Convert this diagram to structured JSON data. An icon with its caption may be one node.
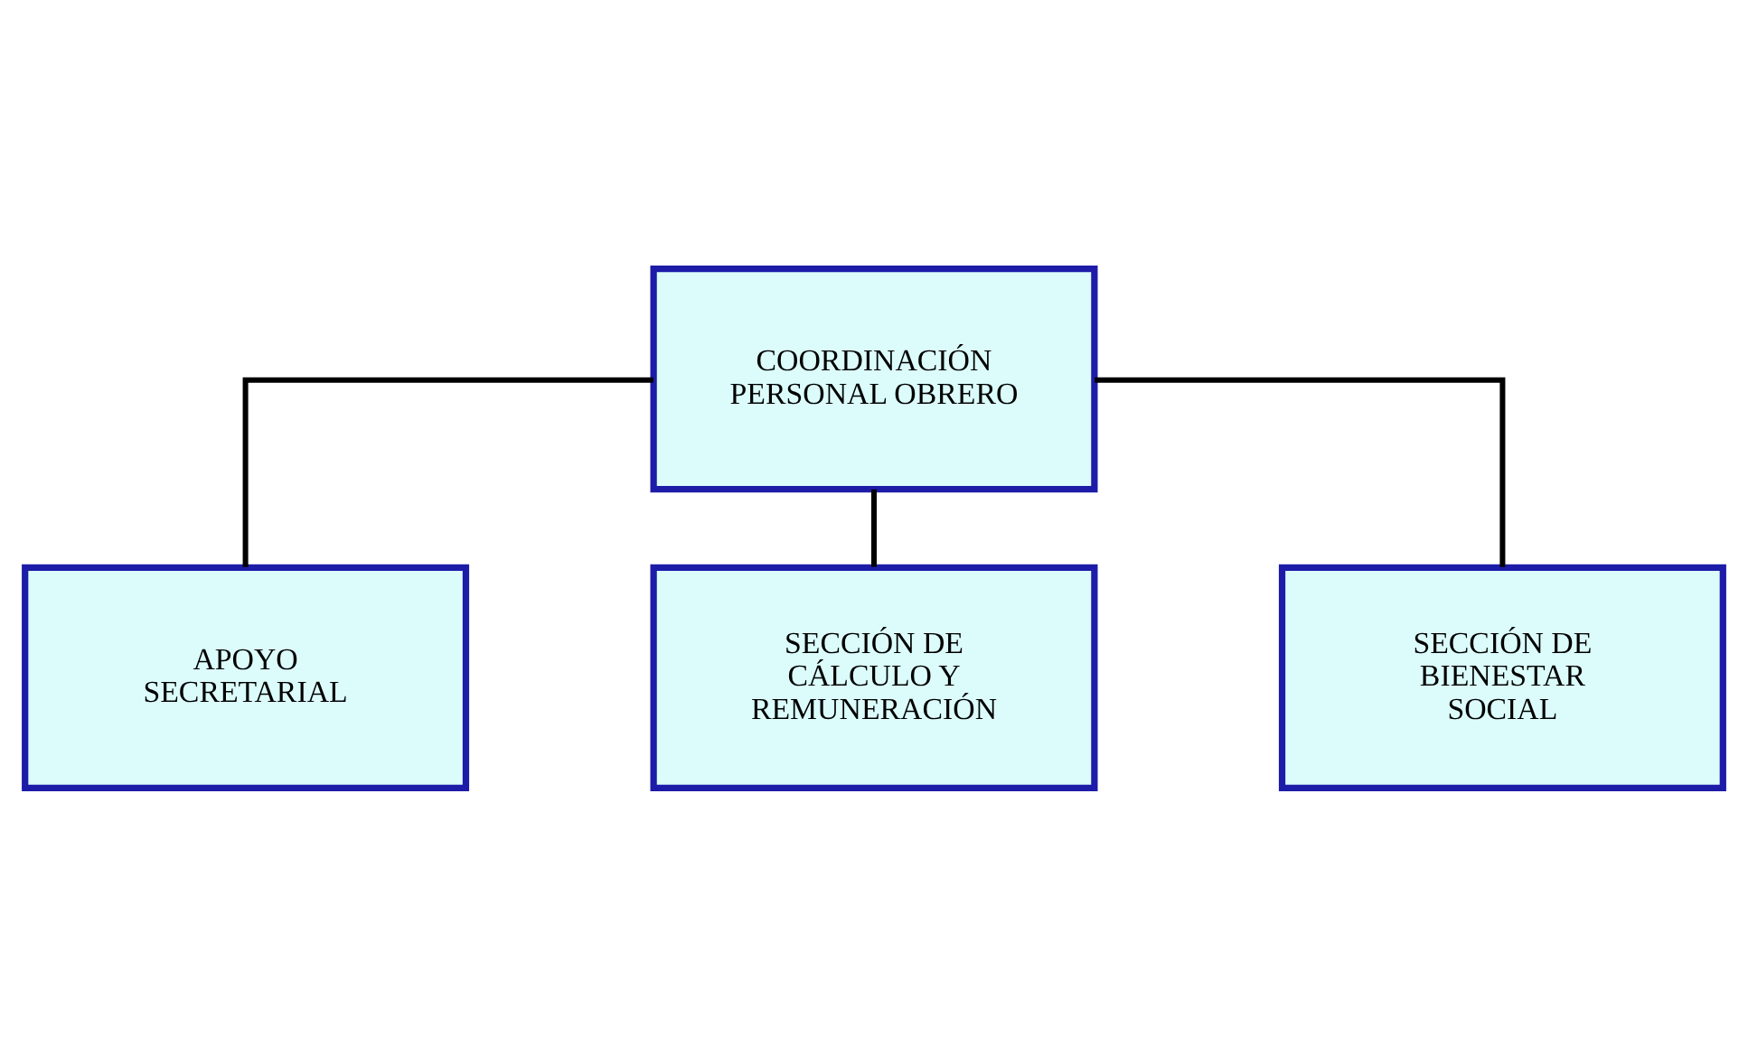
{
  "diagram": {
    "nodes": [
      {
        "text": [
          "COORDINACIÓN PERSONAL OBRERO"
        ]
      },
      {
        "text": [
          "APOYO SECRETARIAL"
        ]
      },
      {
        "text": [
          "SECCIÓN DE CÁLCULO Y REMUNERACIÓN"
        ]
      },
      {
        "text": [
          "SECCIÓN DE BIENESTAR SOCIAL"
        ]
      }
    ],
    "edges": [
      {
        "from": 0,
        "to": 1,
        "arrow": "none"
      },
      {
        "from": 0,
        "to": 2,
        "arrow": "none"
      },
      {
        "from": 0,
        "to": 3,
        "arrow": "none"
      }
    ]
  }
}
